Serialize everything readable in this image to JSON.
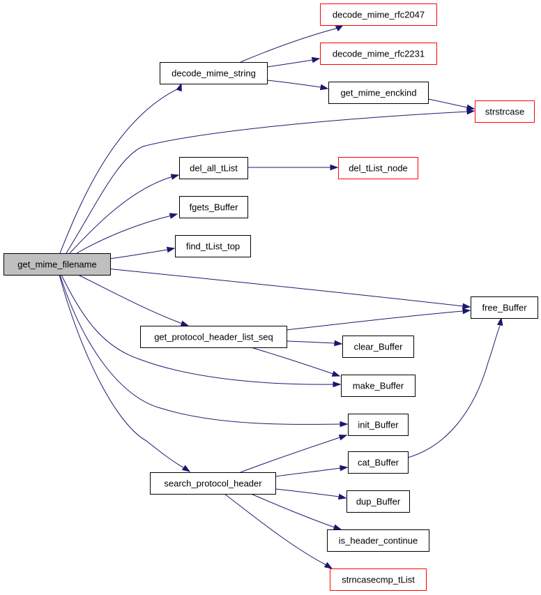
{
  "colors": {
    "edge": "#191970",
    "node_border": "#000000",
    "node_border_external": "#ff0000",
    "node_fill": "#ffffff",
    "root_fill": "#bfbfbf"
  },
  "nodes": [
    {
      "id": "get_mime_filename",
      "label": "get_mime_filename",
      "style": "root"
    },
    {
      "id": "decode_mime_string",
      "label": "decode_mime_string",
      "style": "normal"
    },
    {
      "id": "decode_mime_rfc2047",
      "label": "decode_mime_rfc2047",
      "style": "external"
    },
    {
      "id": "decode_mime_rfc2231",
      "label": "decode_mime_rfc2231",
      "style": "external"
    },
    {
      "id": "get_mime_enckind",
      "label": "get_mime_enckind",
      "style": "normal"
    },
    {
      "id": "strstrcase",
      "label": "strstrcase",
      "style": "external"
    },
    {
      "id": "del_all_tList",
      "label": "del_all_tList",
      "style": "normal"
    },
    {
      "id": "del_tList_node",
      "label": "del_tList_node",
      "style": "external"
    },
    {
      "id": "fgets_Buffer",
      "label": "fgets_Buffer",
      "style": "normal"
    },
    {
      "id": "find_tList_top",
      "label": "find_tList_top",
      "style": "normal"
    },
    {
      "id": "free_Buffer",
      "label": "free_Buffer",
      "style": "normal"
    },
    {
      "id": "get_protocol_header_list_seq",
      "label": "get_protocol_header_list_seq",
      "style": "normal"
    },
    {
      "id": "clear_Buffer",
      "label": "clear_Buffer",
      "style": "normal"
    },
    {
      "id": "make_Buffer",
      "label": "make_Buffer",
      "style": "normal"
    },
    {
      "id": "init_Buffer",
      "label": "init_Buffer",
      "style": "normal"
    },
    {
      "id": "search_protocol_header",
      "label": "search_protocol_header",
      "style": "normal"
    },
    {
      "id": "cat_Buffer",
      "label": "cat_Buffer",
      "style": "normal"
    },
    {
      "id": "dup_Buffer",
      "label": "dup_Buffer",
      "style": "normal"
    },
    {
      "id": "is_header_continue",
      "label": "is_header_continue",
      "style": "normal"
    },
    {
      "id": "strncasecmp_tList",
      "label": "strncasecmp_tList",
      "style": "external"
    }
  ],
  "edges": [
    {
      "from": "get_mime_filename",
      "to": "decode_mime_string"
    },
    {
      "from": "get_mime_filename",
      "to": "strstrcase"
    },
    {
      "from": "get_mime_filename",
      "to": "del_all_tList"
    },
    {
      "from": "get_mime_filename",
      "to": "fgets_Buffer"
    },
    {
      "from": "get_mime_filename",
      "to": "find_tList_top"
    },
    {
      "from": "get_mime_filename",
      "to": "free_Buffer"
    },
    {
      "from": "get_mime_filename",
      "to": "get_protocol_header_list_seq"
    },
    {
      "from": "get_mime_filename",
      "to": "make_Buffer"
    },
    {
      "from": "get_mime_filename",
      "to": "init_Buffer"
    },
    {
      "from": "get_mime_filename",
      "to": "search_protocol_header"
    },
    {
      "from": "decode_mime_string",
      "to": "decode_mime_rfc2047"
    },
    {
      "from": "decode_mime_string",
      "to": "decode_mime_rfc2231"
    },
    {
      "from": "decode_mime_string",
      "to": "get_mime_enckind"
    },
    {
      "from": "get_mime_enckind",
      "to": "strstrcase"
    },
    {
      "from": "del_all_tList",
      "to": "del_tList_node"
    },
    {
      "from": "get_protocol_header_list_seq",
      "to": "free_Buffer"
    },
    {
      "from": "get_protocol_header_list_seq",
      "to": "clear_Buffer"
    },
    {
      "from": "get_protocol_header_list_seq",
      "to": "make_Buffer"
    },
    {
      "from": "search_protocol_header",
      "to": "init_Buffer"
    },
    {
      "from": "search_protocol_header",
      "to": "cat_Buffer"
    },
    {
      "from": "search_protocol_header",
      "to": "dup_Buffer"
    },
    {
      "from": "search_protocol_header",
      "to": "is_header_continue"
    },
    {
      "from": "search_protocol_header",
      "to": "strncasecmp_tList"
    },
    {
      "from": "cat_Buffer",
      "to": "free_Buffer"
    }
  ]
}
